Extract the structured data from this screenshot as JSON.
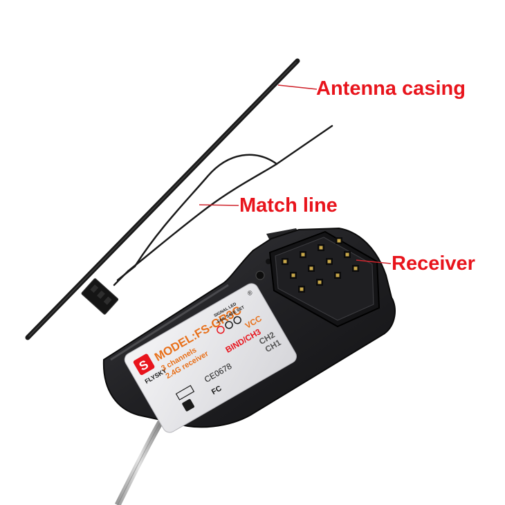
{
  "callouts": {
    "antenna": "Antenna casing",
    "match": "Match line",
    "receiver": "Receiver"
  },
  "label": {
    "model": "MODEL:FS-GR3C",
    "brand": "FLYSKY",
    "channels": "3 channels",
    "receiver_type": "2.4G receiver",
    "signal_led": "SIGNAL LED",
    "fail_safe": "FAIL SAFE SET",
    "vcc": "VCC",
    "ch3": "BIND/CH3",
    "ch2": "CH2",
    "ch1": "CH1",
    "ce": "CE0678",
    "fc": "FC",
    "registered": "®"
  },
  "colors": {
    "callout_text": "#e8141c",
    "leader_line": "#d0262e",
    "label_orange": "#e8701a",
    "body": "#1c1c1e",
    "sticker": "#e9e9ec",
    "pins": "#c9a84a"
  }
}
